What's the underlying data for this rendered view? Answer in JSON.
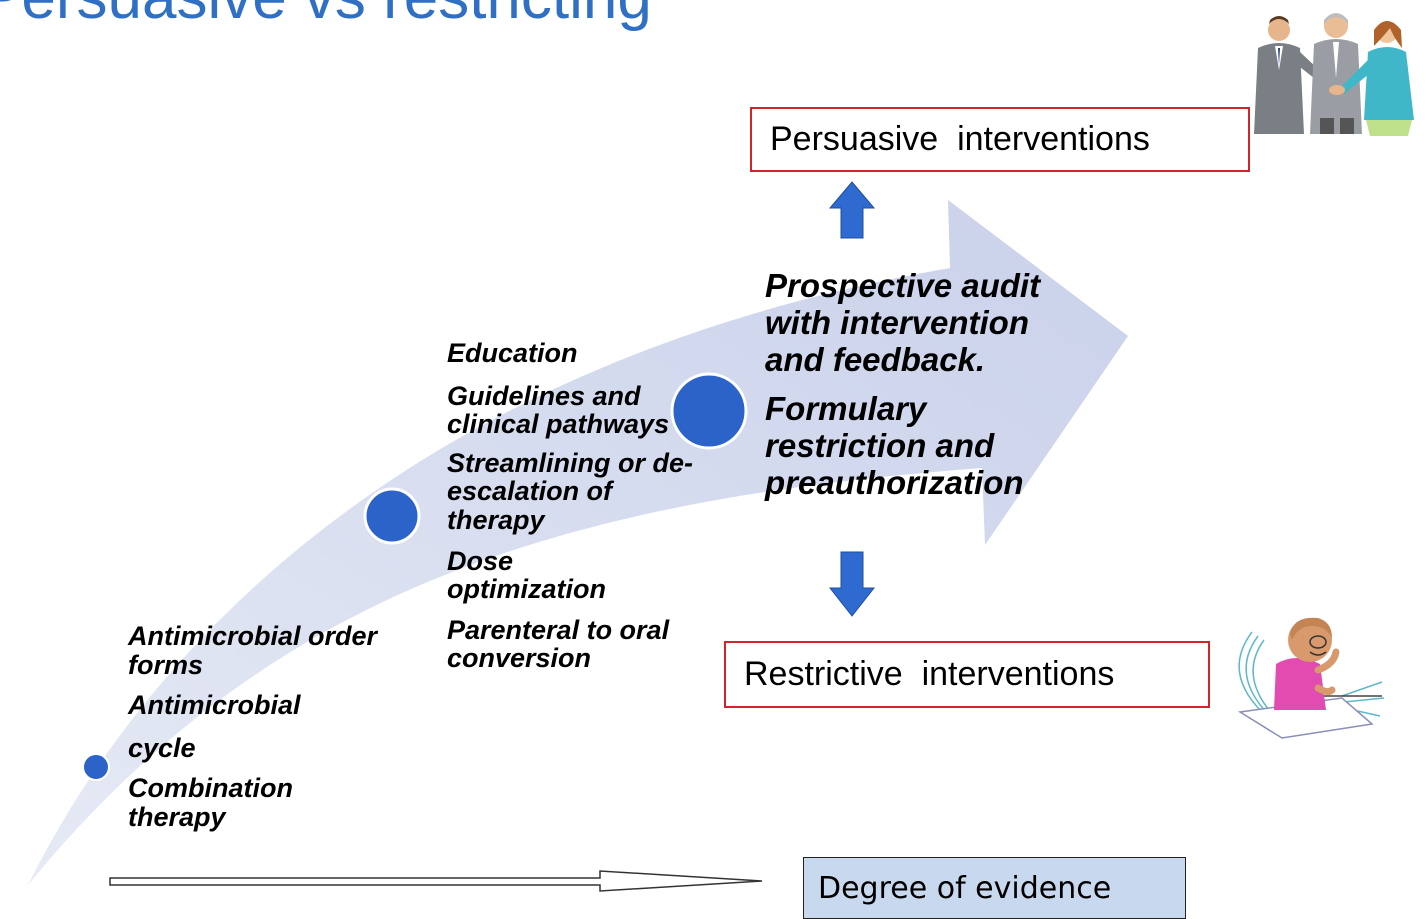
{
  "title": "Persuasive vs restricting",
  "persuasive_box": "Persuasive  interventions",
  "restrictive_box": "Restrictive  interventions",
  "evidence_box": "Degree of evidence",
  "stage1": {
    "items": [
      "Antimicrobial order forms",
      "Antimicrobial",
      "cycle",
      "Combination therapy"
    ]
  },
  "stage2": {
    "items": [
      "Education",
      "Guidelines and clinical pathways",
      "Streamlining or de-escalation of therapy",
      "Dose optimization",
      "Parenteral to oral conversion"
    ]
  },
  "stage3": {
    "items": [
      "Prospective audit with intervention and feedback.",
      "Formulary restriction and preauthorization"
    ]
  },
  "icons": {
    "top_right": "business-people-handshake-icon",
    "bottom_right": "tearing-paper-man-icon",
    "stage_markers": "blue-circle-icon",
    "arrows": "blue-block-arrow-icon"
  },
  "colors": {
    "title": "#2f6fc4",
    "sweep_arrow": "#d2d9ee",
    "markers": "#2b63c9",
    "box_border": "#d0262b",
    "evidence_fill": "#c8d8ee"
  }
}
